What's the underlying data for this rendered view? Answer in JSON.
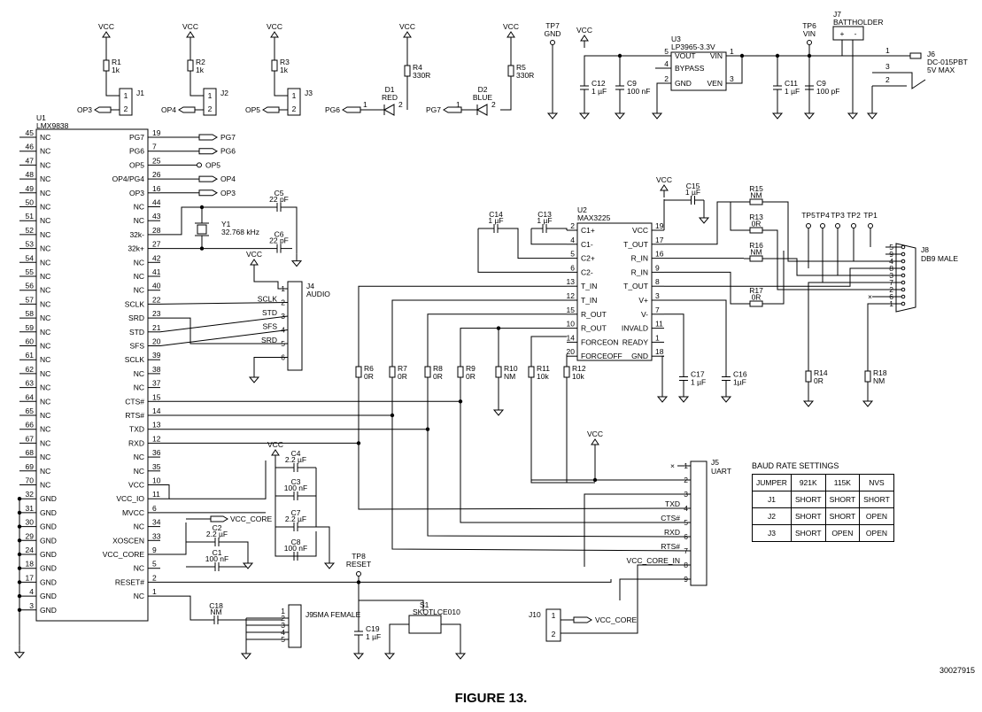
{
  "figure_caption": "FIGURE 13.",
  "figure_ref": "30027915",
  "parts": {
    "U1": {
      "ref": "U1",
      "value": "LMX9838"
    },
    "U2": {
      "ref": "U2",
      "value": "MAX3225"
    },
    "U3": {
      "ref": "U3",
      "value": "LP3965-3.3V"
    },
    "J1": "J1",
    "J2": "J2",
    "J3": "J3",
    "J4": {
      "ref": "J4",
      "value": "AUDIO"
    },
    "J5": {
      "ref": "J5",
      "value": "UART"
    },
    "J6": {
      "ref": "J6",
      "value": "DC-015PBT",
      "note": "5V MAX"
    },
    "J7": {
      "ref": "J7",
      "value": "BATTHOLDER"
    },
    "J8": {
      "ref": "J8",
      "value": "DB9 MALE"
    },
    "J9": {
      "ref": "J9",
      "value": "SMA FEMALE"
    },
    "J10": "J10",
    "S1": {
      "ref": "S1",
      "value": "SKQTLCE010"
    },
    "Y1": {
      "ref": "Y1",
      "value": "32.768 kHz"
    },
    "D1": {
      "ref": "D1",
      "value": "RED"
    },
    "D2": {
      "ref": "D2",
      "value": "BLUE"
    },
    "R1": {
      "ref": "R1",
      "value": "1k"
    },
    "R2": {
      "ref": "R2",
      "value": "1k"
    },
    "R3": {
      "ref": "R3",
      "value": "1k"
    },
    "R4": {
      "ref": "R4",
      "value": "330R"
    },
    "R5": {
      "ref": "R5",
      "value": "330R"
    },
    "R6": {
      "ref": "R6",
      "value": "0R"
    },
    "R7": {
      "ref": "R7",
      "value": "0R"
    },
    "R8": {
      "ref": "R8",
      "value": "0R"
    },
    "R9": {
      "ref": "R9",
      "value": "0R"
    },
    "R10": {
      "ref": "R10",
      "value": "NM"
    },
    "R11": {
      "ref": "R11",
      "value": "10k"
    },
    "R12": {
      "ref": "R12",
      "value": "10k"
    },
    "R13": {
      "ref": "R13",
      "value": "0R"
    },
    "R14": {
      "ref": "R14",
      "value": "0R"
    },
    "R15": {
      "ref": "R15",
      "value": "NM"
    },
    "R16": {
      "ref": "R16",
      "value": "NM"
    },
    "R17": {
      "ref": "R17",
      "value": "0R"
    },
    "R18": {
      "ref": "R18",
      "value": "NM"
    },
    "C1": {
      "ref": "C1",
      "value": "100 nF"
    },
    "C2": {
      "ref": "C2",
      "value": "2.2 µF"
    },
    "C3": {
      "ref": "C3",
      "value": "100 nF"
    },
    "C4": {
      "ref": "C4",
      "value": "2.2 µF"
    },
    "C5": {
      "ref": "C5",
      "value": "22 pF"
    },
    "C6": {
      "ref": "C6",
      "value": "22 pF"
    },
    "C7": {
      "ref": "C7",
      "value": "2.2 µF"
    },
    "C8": {
      "ref": "C8",
      "value": "100 nF"
    },
    "C9a": {
      "ref": "C9",
      "value": "100 nF"
    },
    "C9b": {
      "ref": "C9",
      "value": "100 pF"
    },
    "C11": {
      "ref": "C11",
      "value": "1 µF"
    },
    "C12": {
      "ref": "C12",
      "value": "1 µF"
    },
    "C13": {
      "ref": "C13",
      "value": "1 µF"
    },
    "C14": {
      "ref": "C14",
      "value": "1 µF"
    },
    "C15": {
      "ref": "C15",
      "value": "1 µF"
    },
    "C16": {
      "ref": "C16",
      "value": "1µF"
    },
    "C17": {
      "ref": "C17",
      "value": "1 µF"
    },
    "C18": {
      "ref": "C18",
      "value": "NM"
    },
    "C19": {
      "ref": "C19",
      "value": "1 µF"
    },
    "TP1": "TP1",
    "TP2": "TP2",
    "TP3": "TP3",
    "TP4": "TP4",
    "TP5": "TP5",
    "TP6": {
      "ref": "TP6",
      "value": "VIN"
    },
    "TP7": {
      "ref": "TP7",
      "value": "GND"
    },
    "TP8": {
      "ref": "TP8",
      "value": "RESET"
    }
  },
  "u1_left_pins": [
    {
      "num": "45",
      "name": "NC"
    },
    {
      "num": "46",
      "name": "NC"
    },
    {
      "num": "47",
      "name": "NC"
    },
    {
      "num": "48",
      "name": "NC"
    },
    {
      "num": "49",
      "name": "NC"
    },
    {
      "num": "50",
      "name": "NC"
    },
    {
      "num": "51",
      "name": "NC"
    },
    {
      "num": "52",
      "name": "NC"
    },
    {
      "num": "53",
      "name": "NC"
    },
    {
      "num": "54",
      "name": "NC"
    },
    {
      "num": "55",
      "name": "NC"
    },
    {
      "num": "56",
      "name": "NC"
    },
    {
      "num": "57",
      "name": "NC"
    },
    {
      "num": "58",
      "name": "NC"
    },
    {
      "num": "59",
      "name": "NC"
    },
    {
      "num": "60",
      "name": "NC"
    },
    {
      "num": "61",
      "name": "NC"
    },
    {
      "num": "62",
      "name": "NC"
    },
    {
      "num": "63",
      "name": "NC"
    },
    {
      "num": "64",
      "name": "NC"
    },
    {
      "num": "65",
      "name": "NC"
    },
    {
      "num": "66",
      "name": "NC"
    },
    {
      "num": "67",
      "name": "NC"
    },
    {
      "num": "68",
      "name": "NC"
    },
    {
      "num": "69",
      "name": "NC"
    },
    {
      "num": "70",
      "name": "NC"
    },
    {
      "num": "32",
      "name": "GND"
    },
    {
      "num": "31",
      "name": "GND"
    },
    {
      "num": "30",
      "name": "GND"
    },
    {
      "num": "29",
      "name": "GND"
    },
    {
      "num": "24",
      "name": "GND"
    },
    {
      "num": "18",
      "name": "GND"
    },
    {
      "num": "17",
      "name": "GND"
    },
    {
      "num": "4",
      "name": "GND"
    },
    {
      "num": "3",
      "name": "GND"
    }
  ],
  "u1_right_pins": [
    {
      "num": "19",
      "name": "PG7"
    },
    {
      "num": "7",
      "name": "PG6"
    },
    {
      "num": "25",
      "name": "OP5"
    },
    {
      "num": "26",
      "name": "OP4/PG4"
    },
    {
      "num": "16",
      "name": "OP3"
    },
    {
      "num": "44",
      "name": "NC"
    },
    {
      "num": "43",
      "name": "NC"
    },
    {
      "num": "28",
      "name": "32k-"
    },
    {
      "num": "27",
      "name": "32k+"
    },
    {
      "num": "42",
      "name": "NC"
    },
    {
      "num": "41",
      "name": "NC"
    },
    {
      "num": "40",
      "name": "NC"
    },
    {
      "num": "22",
      "name": "SCLK"
    },
    {
      "num": "23",
      "name": "SRD"
    },
    {
      "num": "21",
      "name": "STD"
    },
    {
      "num": "20",
      "name": "SFS"
    },
    {
      "num": "39",
      "name": "SCLK"
    },
    {
      "num": "38",
      "name": "NC"
    },
    {
      "num": "37",
      "name": "NC"
    },
    {
      "num": "15",
      "name": "CTS#"
    },
    {
      "num": "14",
      "name": "RTS#"
    },
    {
      "num": "13",
      "name": "TXD"
    },
    {
      "num": "12",
      "name": "RXD"
    },
    {
      "num": "36",
      "name": "NC"
    },
    {
      "num": "35",
      "name": "NC"
    },
    {
      "num": "10",
      "name": "VCC"
    },
    {
      "num": "11",
      "name": "VCC_IO"
    },
    {
      "num": "6",
      "name": "MVCC"
    },
    {
      "num": "34",
      "name": "NC"
    },
    {
      "num": "33",
      "name": "XOSCEN"
    },
    {
      "num": "9",
      "name": "VCC_CORE"
    },
    {
      "num": "5",
      "name": "NC"
    },
    {
      "num": "2",
      "name": "RESET#"
    },
    {
      "num": "1",
      "name": "NC"
    }
  ],
  "u2_left_pins": [
    {
      "num": "2",
      "name": "C1+"
    },
    {
      "num": "4",
      "name": "C1-"
    },
    {
      "num": "5",
      "name": "C2+"
    },
    {
      "num": "6",
      "name": "C2-"
    },
    {
      "num": "13",
      "name": "T_IN"
    },
    {
      "num": "12",
      "name": "T_IN"
    },
    {
      "num": "15",
      "name": "R_OUT"
    },
    {
      "num": "10",
      "name": "R_OUT"
    },
    {
      "num": "14",
      "name": "FORCEON"
    },
    {
      "num": "20",
      "name": "FORCEOFF"
    }
  ],
  "u2_right_pins": [
    {
      "num": "19",
      "name": "VCC"
    },
    {
      "num": "17",
      "name": "T_OUT"
    },
    {
      "num": "16",
      "name": "R_IN"
    },
    {
      "num": "9",
      "name": "R_IN"
    },
    {
      "num": "8",
      "name": "T_OUT"
    },
    {
      "num": "3",
      "name": "V+"
    },
    {
      "num": "7",
      "name": "V-"
    },
    {
      "num": "11",
      "name": "INVALD"
    },
    {
      "num": "1",
      "name": "READY"
    },
    {
      "num": "18",
      "name": "GND"
    }
  ],
  "u3_pins": [
    {
      "num": "5",
      "name": "VOUT"
    },
    {
      "num": "4",
      "name": "BYPASS"
    },
    {
      "num": "2",
      "name": "GND"
    },
    {
      "num": "1",
      "name": "VIN"
    },
    {
      "num": "3",
      "name": "VEN"
    }
  ],
  "j4_pins": [
    {
      "num": "1",
      "net": ""
    },
    {
      "num": "2",
      "net": "SCLK"
    },
    {
      "num": "3",
      "net": "STD"
    },
    {
      "num": "4",
      "net": "SFS"
    },
    {
      "num": "5",
      "net": "SRD"
    },
    {
      "num": "6",
      "net": ""
    }
  ],
  "j5_pins": [
    {
      "num": "1",
      "net": ""
    },
    {
      "num": "2",
      "net": ""
    },
    {
      "num": "3",
      "net": ""
    },
    {
      "num": "4",
      "net": "TXD"
    },
    {
      "num": "5",
      "net": "CTS#"
    },
    {
      "num": "6",
      "net": "RXD"
    },
    {
      "num": "7",
      "net": "RTS#"
    },
    {
      "num": "8",
      "net": "VCC_CORE_IN"
    },
    {
      "num": "9",
      "net": ""
    }
  ],
  "j8_pins": [
    "5",
    "9",
    "4",
    "8",
    "3",
    "7",
    "2",
    "6",
    "1"
  ],
  "net_labels": {
    "vcc": "VCC",
    "vcc_core": "VCC_CORE",
    "pg6": "PG6",
    "pg7": "PG7",
    "op3": "OP3",
    "op4": "OP4",
    "op5": "OP5"
  },
  "baud_table": {
    "title": "BAUD RATE SETTINGS",
    "headers": [
      "JUMPER",
      "921K",
      "115K",
      "NVS"
    ],
    "rows": [
      [
        "J1",
        "SHORT",
        "SHORT",
        "SHORT"
      ],
      [
        "J2",
        "SHORT",
        "SHORT",
        "OPEN"
      ],
      [
        "J3",
        "SHORT",
        "OPEN",
        "OPEN"
      ]
    ]
  }
}
